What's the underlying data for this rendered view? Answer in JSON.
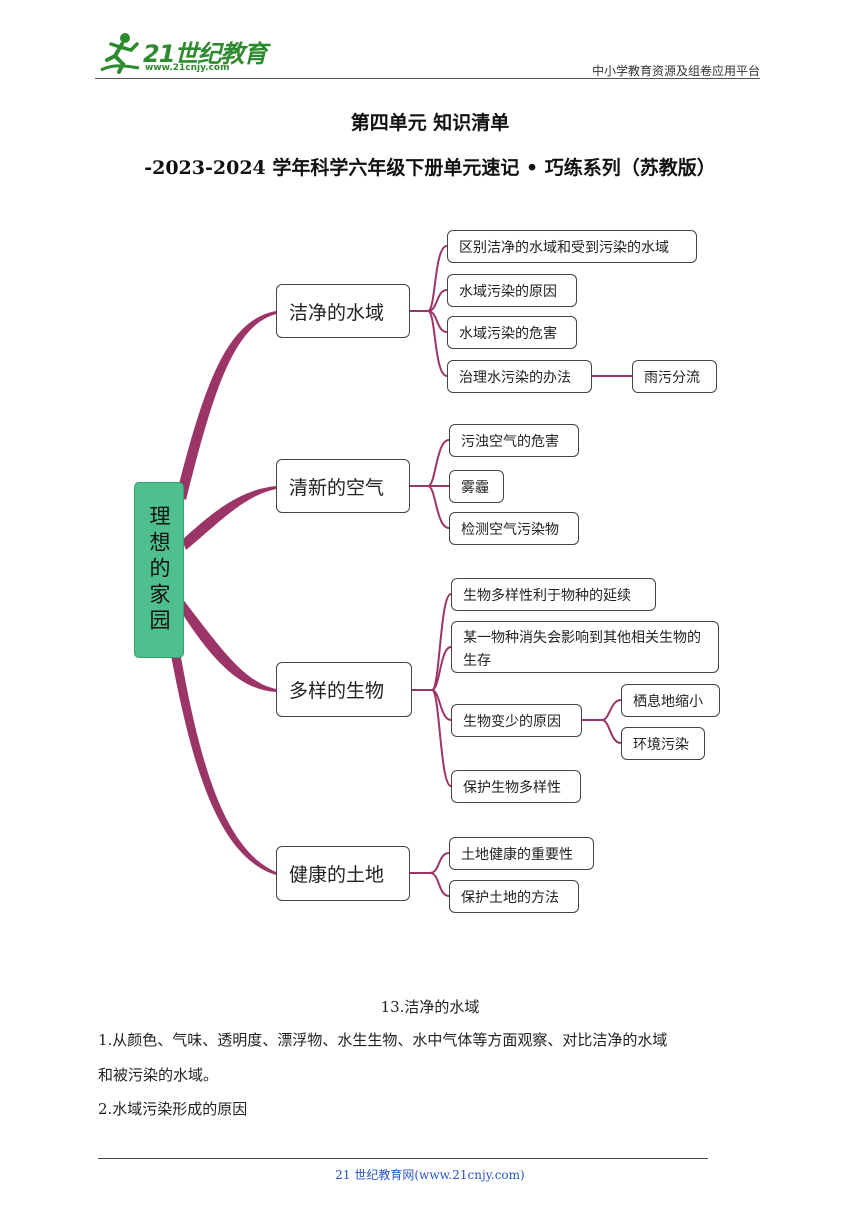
{
  "header": {
    "logo_text": "21世纪教育",
    "logo_url": "www.21cnjy.com",
    "platform": "中小学教育资源及组卷应用平台"
  },
  "title_line1": "第四单元  知识清单",
  "title_line2": "-2023-2024 学年科学六年级下册单元速记 • 巧练系列（苏教版）",
  "mindmap": {
    "root": "理想的家园",
    "branch_color": "#9c3567",
    "root_color": "#4fc08d",
    "branches": [
      {
        "label": "洁净的水域",
        "children": [
          {
            "label": "区别洁净的水域和受到污染的水域"
          },
          {
            "label": "水域污染的原因"
          },
          {
            "label": "水域污染的危害"
          },
          {
            "label": "治理水污染的办法",
            "children": [
              {
                "label": "雨污分流"
              }
            ]
          }
        ]
      },
      {
        "label": "清新的空气",
        "children": [
          {
            "label": "污浊空气的危害"
          },
          {
            "label": "雾霾"
          },
          {
            "label": "检测空气污染物"
          }
        ]
      },
      {
        "label": "多样的生物",
        "children": [
          {
            "label": "生物多样性利于物种的延续"
          },
          {
            "label": "某一物种消失会影响到其他相关生物的生存"
          },
          {
            "label": "生物变少的原因",
            "children": [
              {
                "label": "栖息地缩小"
              },
              {
                "label": "环境污染"
              }
            ]
          },
          {
            "label": "保护生物多样性"
          }
        ]
      },
      {
        "label": "健康的土地",
        "children": [
          {
            "label": "土地健康的重要性"
          },
          {
            "label": "保护土地的方法"
          }
        ]
      }
    ]
  },
  "section_heading": "13.洁净的水域",
  "paragraphs": [
    "1.从颜色、气味、透明度、漂浮物、水生生物、水中气体等方面观察、对比洁净的水域",
    "和被污染的水域。",
    "2.水域污染形成的原因"
  ],
  "footer": "21 世纪教育网(www.21cnjy.com)"
}
